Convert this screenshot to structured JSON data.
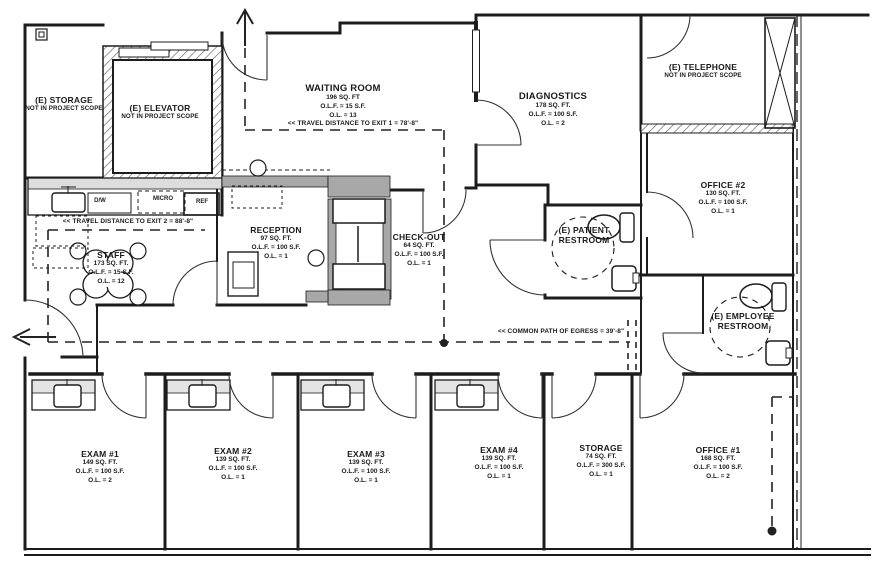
{
  "rooms": [
    {
      "name": "(E) STORAGE",
      "note": "NOT IN PROJECT SCOPE"
    },
    {
      "name": "(E) ELEVATOR",
      "note": "NOT IN PROJECT SCOPE"
    },
    {
      "name": "WAITING ROOM",
      "area": "196 SQ. FT",
      "olf": "O.L.F. = 15 S.F.",
      "ol": "O.L. = 13"
    },
    {
      "name": "DIAGNOSTICS",
      "area": "178 SQ. FT.",
      "olf": "O.L.F. = 100 S.F.",
      "ol": "O.L. = 2"
    },
    {
      "name": "(E) TELEPHONE",
      "note": "NOT IN PROJECT SCOPE"
    },
    {
      "name": "OFFICE #2",
      "area": "130 SQ. FT.",
      "olf": "O.L.F. = 100 S.F.",
      "ol": "O.L. = 1"
    },
    {
      "name": "RECEPTION",
      "area": "97 SQ. FT.",
      "olf": "O.L.F. = 100 S.F.",
      "ol": "O.L. = 1"
    },
    {
      "name": "CHECK-OUT",
      "area": "64 SQ. FT.",
      "olf": "O.L.F. = 100 S.F.",
      "ol": "O.L. = 1"
    },
    {
      "line1": "(E) PATIENT",
      "line2": "RESTROOM"
    },
    {
      "line1": "(E) EMPLOYEE",
      "line2": "RESTROOM"
    },
    {
      "name": "STAFF",
      "area": "173 SQ. FT.",
      "olf": "O.L.F. = 15 S.F.",
      "ol": "O.L. = 12"
    },
    {
      "name": "EXAM #1",
      "area": "149 SQ. FT.",
      "olf": "O.L.F. = 100 S.F.",
      "ol": "O.L. = 2"
    },
    {
      "name": "EXAM #2",
      "area": "139 SQ. FT.",
      "olf": "O.L.F. = 100 S.F.",
      "ol": "O.L. = 1"
    },
    {
      "name": "EXAM #3",
      "area": "139 SQ. FT.",
      "olf": "O.L.F. = 100 S.F.",
      "ol": "O.L. = 1"
    },
    {
      "name": "EXAM #4",
      "area": "139 SQ. FT.",
      "olf": "O.L.F. = 100 S.F.",
      "ol": "O.L. = 1"
    },
    {
      "name": "STORAGE",
      "area": "74 SQ. FT.",
      "olf": "O.L.F. = 300 S.F.",
      "ol": "O.L. = 1"
    },
    {
      "name": "OFFICE #1",
      "area": "168 SQ. FT.",
      "olf": "O.L.F. = 100 S.F.",
      "ol": "O.L. = 2"
    }
  ],
  "annotations": {
    "travel_exit1": "<< TRAVEL DISTANCE TO EXIT 1 = 78'-8\"",
    "travel_exit2": "<< TRAVEL DISTANCE TO EXIT 2 = 88'-8\"",
    "common_path": "<< COMMON PATH OF EGRESS = 39'-8\""
  },
  "fixtures": {
    "dishwasher": "D/W",
    "microwave": "MICRO",
    "refrigerator": "REF"
  },
  "colors": {
    "line": "#1c1c1c",
    "casework": "#a8a8a8",
    "hatch": "#666666",
    "background": "#ffffff"
  }
}
